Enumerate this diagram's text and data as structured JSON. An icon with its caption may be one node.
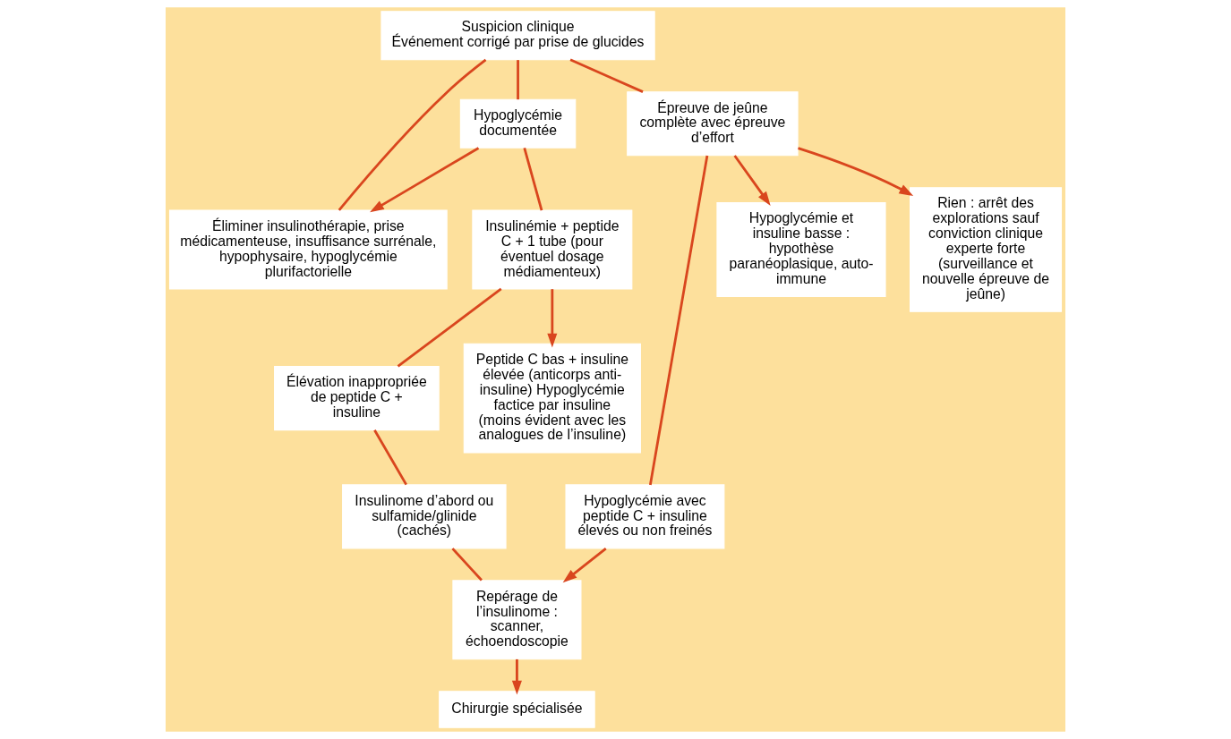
{
  "diagram": {
    "nodes": [
      {
        "text": [
          "Suspicion clinique",
          "Événement corrigé par prise de glucides"
        ]
      },
      {
        "text": [
          "Hypoglycémie documentée"
        ]
      },
      {
        "text": [
          "Éliminer insulinothérapie, prise médicamenteuse, insuffisance surrénale, hypophysaire, hypoglycémie plurifactorielle"
        ]
      },
      {
        "text": [
          "Épreuve de jeûne complète avec épreuve d’effort"
        ]
      },
      {
        "text": [
          "Insulinémie + peptide C + 1 tube (pour éventuel dosage médiamenteux)"
        ]
      },
      {
        "text": [
          "Élévation inappropriée de peptide C + insuline"
        ]
      },
      {
        "text": [
          "Peptide C bas + insuline élevée (anticorps anti-insuline) Hypoglycémie factice par insuline (moins évident avec les analogues de l’insuline)"
        ]
      },
      {
        "text": [
          "Hypoglycémie avec peptide C + insuline élevés ou non freinés"
        ]
      },
      {
        "text": [
          "Hypoglycémie et insuline basse : hypothèse paranéoplasique, auto-immune"
        ]
      },
      {
        "text": [
          "Rien : arrêt des explorations sauf conviction clinique experte forte (surveillance et nouvelle épreuve de jeûne)"
        ]
      },
      {
        "text": [
          "Insulinome d’abord ou sulfamide/glinide (cachés)"
        ]
      },
      {
        "text": [
          "Repérage de l’insulinome : scanner, échoendoscopie"
        ]
      },
      {
        "text": [
          "Chirurgie spécialisée"
        ]
      }
    ],
    "edges": [
      {
        "from": 0,
        "to": 1,
        "arrow": "none"
      },
      {
        "from": 0,
        "to": 2,
        "arrow": "none"
      },
      {
        "from": 0,
        "to": 3,
        "arrow": "none"
      },
      {
        "from": 1,
        "to": 2,
        "arrow": "to"
      },
      {
        "from": 1,
        "to": 4,
        "arrow": "none"
      },
      {
        "from": 4,
        "to": 6,
        "arrow": "to"
      },
      {
        "from": 4,
        "to": 5,
        "arrow": "none"
      },
      {
        "from": 5,
        "to": 10,
        "arrow": "none"
      },
      {
        "from": 10,
        "to": 11,
        "arrow": "none"
      },
      {
        "from": 3,
        "to": 7,
        "arrow": "none"
      },
      {
        "from": 3,
        "to": 8,
        "arrow": "to"
      },
      {
        "from": 3,
        "to": 9,
        "arrow": "to"
      },
      {
        "from": 7,
        "to": 11,
        "arrow": "to"
      },
      {
        "from": 11,
        "to": 12,
        "arrow": "to"
      }
    ]
  }
}
